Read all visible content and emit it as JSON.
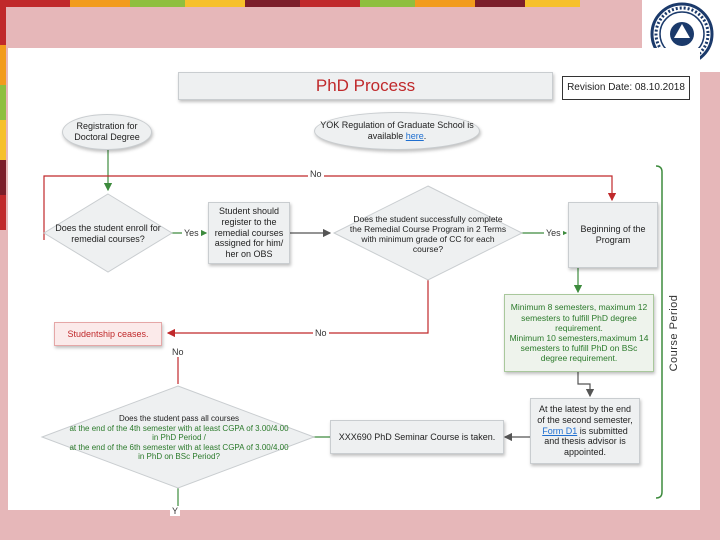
{
  "colors": {
    "accent_red": "#c0292b",
    "accent_green": "#2b7a2b",
    "page_bg": "#e6b7b9"
  },
  "logo": {
    "icon": "university-seal-icon"
  },
  "header": {
    "title": "PhD Process",
    "revision": "Revision Date: 08.10.2018"
  },
  "nodes": {
    "registration": "Registration for Doctoral Degree",
    "yok_text": "YOK Regulation of Graduate School is available ",
    "yok_link": "here",
    "yok_end": ".",
    "remedial_q": "Does the student enroll for remedial courses?",
    "register_remedial": "Student should register to the remedial courses assigned for him/ her on OBS",
    "complete_q": "Does the student successfully complete the Remedial Course Program in 2 Terms with minimum grade of CC for each course?",
    "beginning": "Beginning of the Program",
    "min_semesters_1": "Minimum 8 semesters, maximum 12 semesters to fulfill PhD degree requirement.",
    "min_semesters_2": "Minimum 10 semesters,maximum 14 semesters to fulfill PhD on BSc degree requirement.",
    "studentship": "Studentship ceases.",
    "pass_q_1": "Does the student pass all courses",
    "pass_q_2": "at the end of the 4th semester with at least CGPA of 3.00/4.00 in PhD Period /",
    "pass_q_3": "at the end of the 6th semester with at least CGPA of 3.00/4.00 in PhD on BSc Period?",
    "seminar": "XXX690 PhD Seminar Course is taken.",
    "form_pre": "At the latest by the end of the second semester, ",
    "form_link": "Form D1",
    "form_post": " is submitted and thesis advisor is appointed."
  },
  "edge_labels": {
    "no_top": "No",
    "yes_1": "Yes",
    "yes_2": "Yes",
    "no_mid": "No",
    "no_left": "No",
    "y_bottom": "Y"
  },
  "side_label": "Course Period"
}
